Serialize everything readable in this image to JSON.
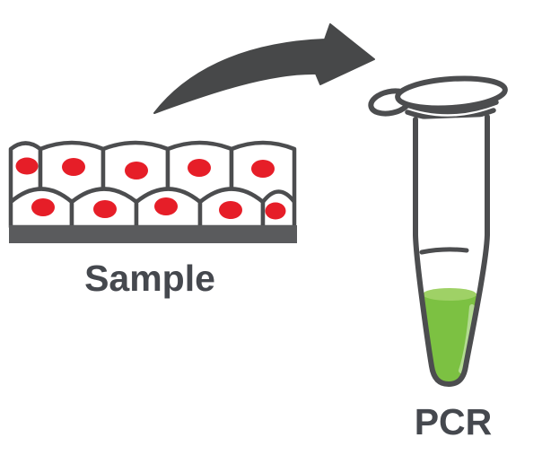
{
  "labels": {
    "sample": "Sample",
    "pcr": "PCR"
  },
  "graphics": {
    "tissue": "tissue-sample-cells-with-red-nuclei",
    "arrow": "curved-arrow-right",
    "tube": "pcr-tube-with-cap-and-green-liquid"
  },
  "colors": {
    "background": "#ffffff",
    "outline": "#4c4d4f",
    "arrow": "#474849",
    "text": "#45484e",
    "nucleus_red": "#e61e28",
    "base_bar": "#5a5b5d",
    "liquid_green": "#7cc142",
    "liquid_surface": "#9fd166"
  }
}
